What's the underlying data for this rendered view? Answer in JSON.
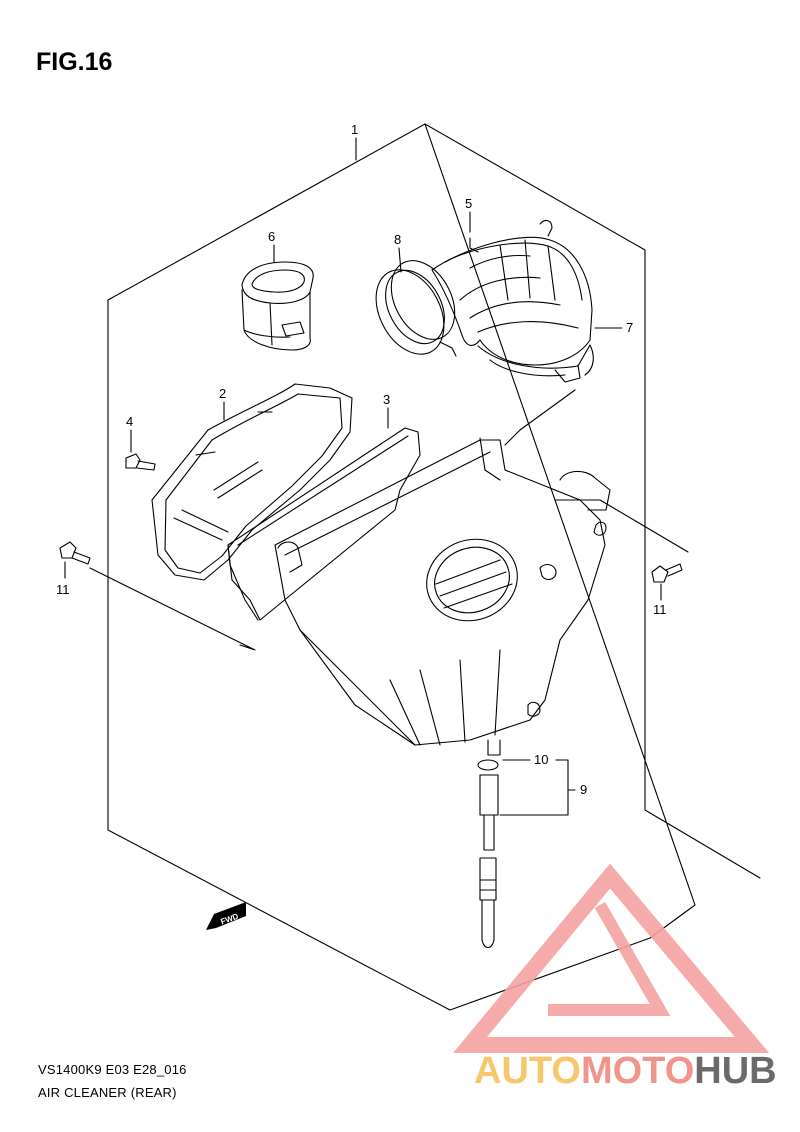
{
  "figure": {
    "title": "FIG.16",
    "model_code": "VS1400K9 E03 E28_016",
    "part_name": "AIR CLEANER (REAR)"
  },
  "callouts": [
    "1",
    "2",
    "3",
    "4",
    "5",
    "6",
    "7",
    "8",
    "9",
    "10",
    "11",
    "11"
  ],
  "fwd_label": "FWD",
  "watermark": {
    "part1": "AUTO",
    "part2": "MOTO",
    "part3": "HUB",
    "colors": {
      "light": "#f6c25c",
      "mid": "#f08a80",
      "dark": "#5a5a5a",
      "triangle": "#f4a3a0"
    }
  }
}
